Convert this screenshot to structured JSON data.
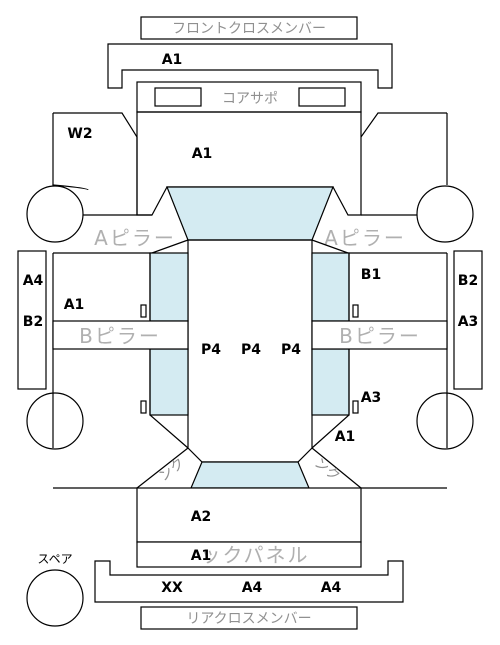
{
  "colors": {
    "glass": "#d4ebf2",
    "outline": "#000000",
    "part_label": "#909090",
    "pillar_label": "#b0b0b0"
  },
  "parts": {
    "front_cross_member": "フロントクロスメンバー",
    "core_support": "コアサポ",
    "a_pillar_left": "Aピラー",
    "a_pillar_right": "Aピラー",
    "b_pillar_left": "Bピラー",
    "b_pillar_right": "Bピラー",
    "back_panel": "ックパネル",
    "rear_cross_member": "リアクロスメンバー",
    "spare": "スペア",
    "trunk_left": "ンク",
    "trunk_right": "ンク"
  },
  "grades": {
    "front_member": "A1",
    "bonnet": "A1",
    "front_left_fender": "W2",
    "front_right_door": "B1",
    "front_left_door": "A1",
    "left_pillar_top": "A4",
    "left_pillar_bottom": "B2",
    "right_pillar_top": "B2",
    "right_pillar_bottom": "A3",
    "roof_1": "P4",
    "roof_2": "P4",
    "roof_3": "P4",
    "rear_right_door": "A3",
    "rear_right_quarter": "A1",
    "trunk": "A2",
    "back_panel": "A1",
    "rear_member_1": "XX",
    "rear_member_2": "A4",
    "rear_member_3": "A4"
  }
}
